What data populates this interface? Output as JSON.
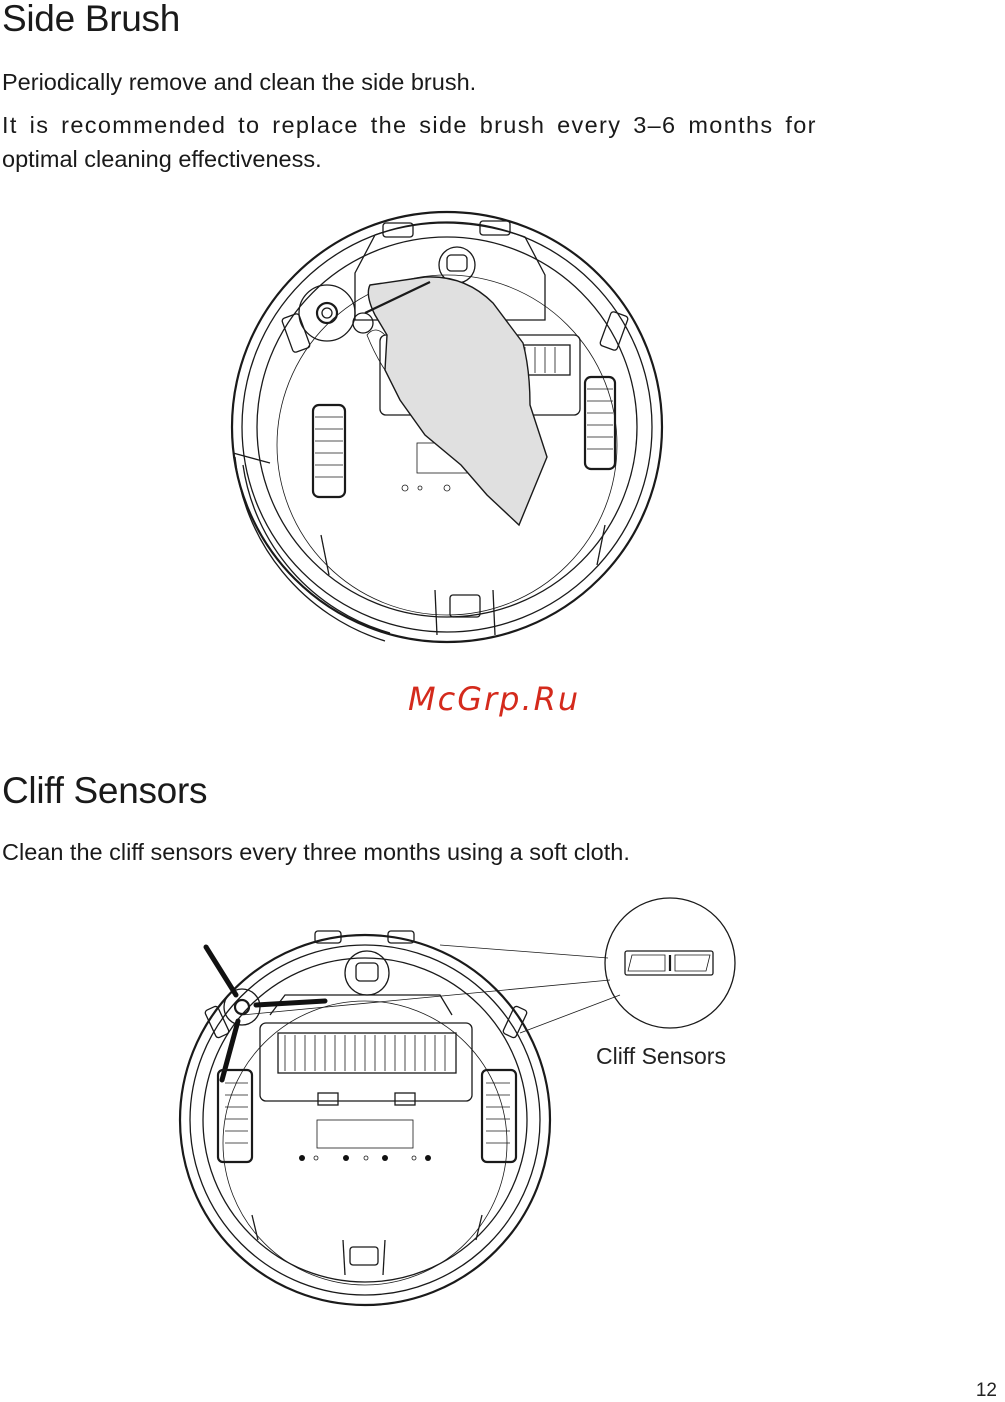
{
  "side_brush": {
    "title": "Side Brush",
    "line1": "Periodically remove and clean the side brush.",
    "line2": "It is recommended to replace the side brush every 3–6 months for",
    "line3": "optimal cleaning effectiveness."
  },
  "watermark": "McGrp.Ru",
  "cliff_sensors": {
    "title": "Cliff Sensors",
    "text": "Clean the cliff sensors every three months using a soft cloth.",
    "callout_label": "Cliff Sensors"
  },
  "page_number": "12"
}
